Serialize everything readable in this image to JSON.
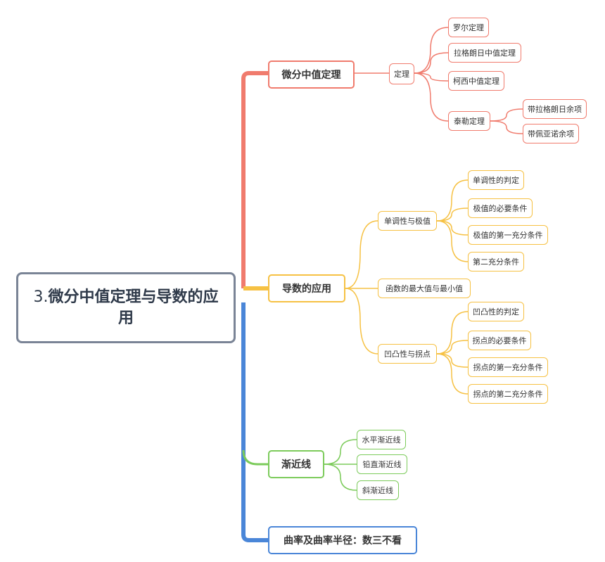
{
  "root": {
    "prefix": "3.",
    "title": "微分中值定理与导数的应用"
  },
  "colors": {
    "red": "#f07b6d",
    "orange": "#f6c143",
    "green": "#7ccb5b",
    "blue": "#4a86d8",
    "root_border": "#7a8496"
  },
  "branches": {
    "mvt": {
      "label": "微分中值定理",
      "child": "定理",
      "theorems": [
        "罗尔定理",
        "拉格朗日中值定理",
        "柯西中值定理",
        "泰勒定理"
      ],
      "taylor_children": [
        "带拉格朗日余项",
        "带佩亚诺余项"
      ]
    },
    "app": {
      "label": "导数的应用",
      "monotone": {
        "label": "单调性与极值",
        "children": [
          "单调性的判定",
          "极值的必要条件",
          "极值的第一充分条件",
          "第二充分条件"
        ]
      },
      "maxmin": "函数的最大值与最小值",
      "convex": {
        "label": "凹凸性与拐点",
        "children": [
          "凹凸性的判定",
          "拐点的必要条件",
          "拐点的第一充分条件",
          "拐点的第二充分条件"
        ]
      }
    },
    "asym": {
      "label": "渐近线",
      "children": [
        "水平渐近线",
        "铅直渐近线",
        "斜渐近线"
      ]
    },
    "curv": {
      "label": "曲率及曲率半径：数三不看"
    }
  }
}
